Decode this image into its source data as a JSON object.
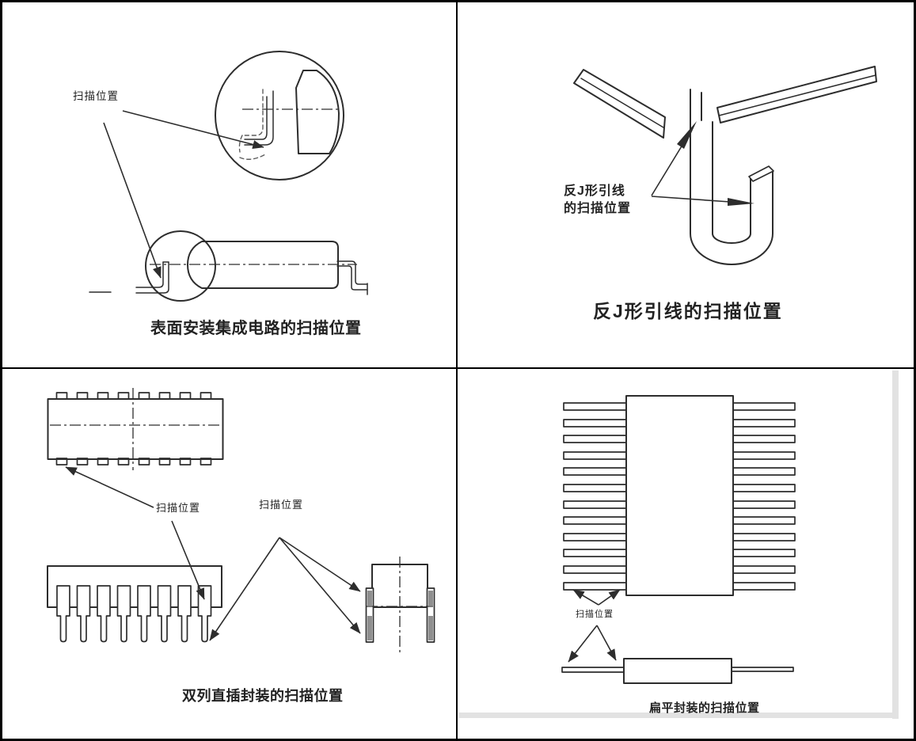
{
  "colors": {
    "line": "#2d2d2d",
    "background": "#ffffff",
    "border": "#000000",
    "shading": "#8f8f8f",
    "scan_edge": "#e2e2e2",
    "text": "#222222"
  },
  "panels": {
    "surface_mount": {
      "label": "扫描位置",
      "caption": "表面安装集成电路的扫描位置"
    },
    "j_lead": {
      "label_lines": [
        "反J形引线",
        "的扫描位置"
      ],
      "caption": "反J形引线的扫描位置"
    },
    "dip": {
      "label_left": "扫描位置",
      "label_right": "扫描位置",
      "caption": "双列直插封装的扫描位置"
    },
    "flat_pack": {
      "label": "扫描位置",
      "caption": "扁平封装的扫描位置"
    }
  }
}
